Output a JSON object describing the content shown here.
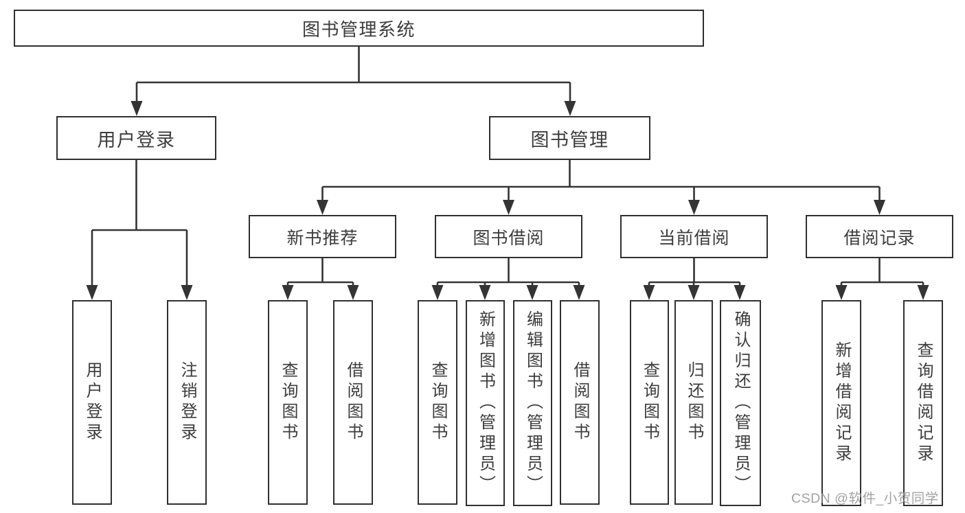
{
  "diagram": {
    "title": "图书管理系统",
    "root": {
      "label": "图书管理系统"
    },
    "branches": [
      {
        "label": "用户登录",
        "children": [
          {
            "label": "用户登录"
          },
          {
            "label": "注销登录"
          }
        ]
      },
      {
        "label": "图书管理",
        "children": [
          {
            "label": "新书推荐",
            "children": [
              {
                "label": "查询图书"
              },
              {
                "label": "借阅图书"
              }
            ]
          },
          {
            "label": "图书借阅",
            "children": [
              {
                "label": "查询图书"
              },
              {
                "label": "新增图书（管理员）"
              },
              {
                "label": "编辑图书（管理员）"
              },
              {
                "label": "借阅图书"
              }
            ]
          },
          {
            "label": "当前借阅",
            "children": [
              {
                "label": "查询图书"
              },
              {
                "label": "归还图书"
              },
              {
                "label": "确认归还（管理员）"
              }
            ]
          },
          {
            "label": "借阅记录",
            "children": [
              {
                "label": "新增借阅记录"
              },
              {
                "label": "查询借阅记录"
              }
            ]
          }
        ]
      }
    ]
  },
  "watermark": {
    "text": "CSDN @软件_小贺同学"
  },
  "colors": {
    "background": "#ffffff",
    "border": "#2f2f2f",
    "line": "#343434",
    "text": "#3c3c3c",
    "watermark": "#989898"
  }
}
